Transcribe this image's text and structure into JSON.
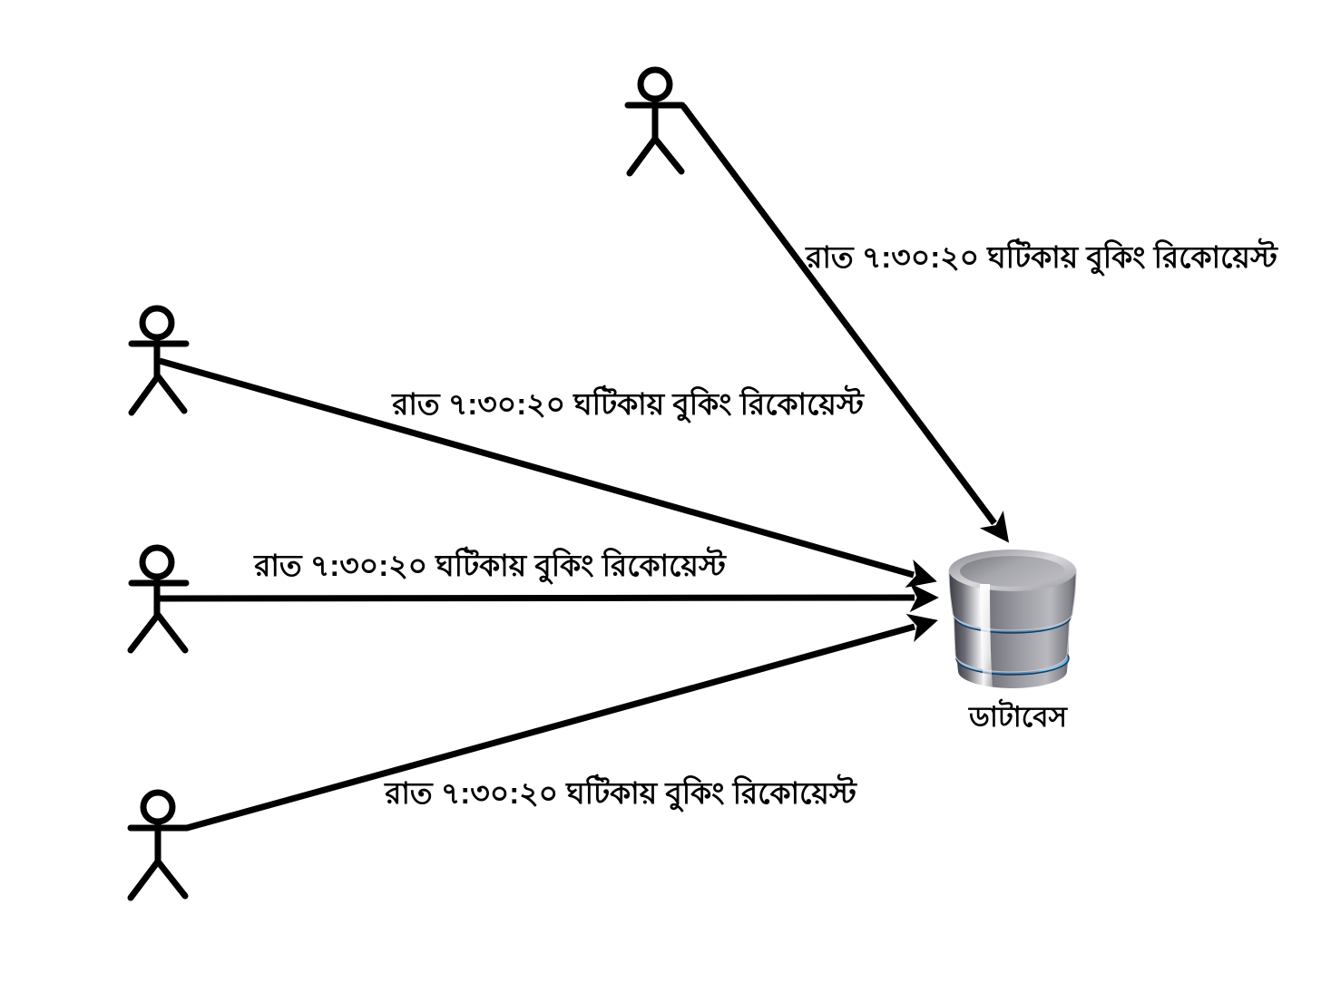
{
  "diagram": {
    "kind": "dataflow-diagram",
    "actors": [
      {
        "id": "actor-top"
      },
      {
        "id": "actor-upper-left"
      },
      {
        "id": "actor-middle-left"
      },
      {
        "id": "actor-bottom-left"
      }
    ],
    "messages": [
      {
        "from": "actor-top",
        "to": "database",
        "label": "রাত ৭:৩০:২০ ঘটিকায় বুকিং রিকোয়েস্ট"
      },
      {
        "from": "actor-upper-left",
        "to": "database",
        "label": "রাত ৭:৩০:২০ ঘটিকায় বুকিং রিকোয়েস্ট"
      },
      {
        "from": "actor-middle-left",
        "to": "database",
        "label": "রাত ৭:৩০:২০ ঘটিকায় বুকিং রিকোয়েস্ট"
      },
      {
        "from": "actor-bottom-left",
        "to": "database",
        "label": "রাত ৭:৩০:২০ ঘটিকায় বুকিং রিকোয়েস্ট"
      }
    ],
    "database": {
      "label": "ডাটাবেস"
    },
    "colors": {
      "background": "#ffffff",
      "line": "#000000",
      "text": "#000000",
      "db_body_dark": "#3c3c44",
      "db_body_mid": "#8f8f97",
      "db_body_light": "#c6c6cc",
      "db_highlight": "#ffffff",
      "db_blue_bright": "#6db3e8",
      "db_blue_mid": "#3f7fc1",
      "db_blue_dark": "#1d3a57"
    }
  }
}
